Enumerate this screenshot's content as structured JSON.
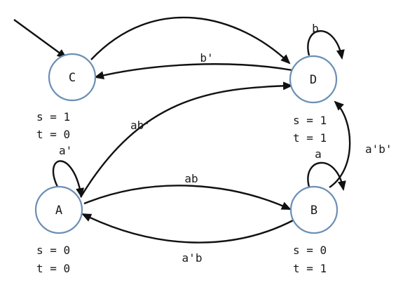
{
  "states": {
    "C": {
      "name": "C",
      "outputs": [
        "s = 1",
        "t = 0"
      ]
    },
    "D": {
      "name": "D",
      "outputs": [
        "s = 1",
        "t = 1"
      ]
    },
    "A": {
      "name": "A",
      "outputs": [
        "s = 0",
        "t = 0"
      ]
    },
    "B": {
      "name": "B",
      "outputs": [
        "s = 0",
        "t = 1"
      ]
    }
  },
  "transitions": {
    "C_to_D": "",
    "D_to_C": "b'",
    "D_self": "b",
    "A_to_D": "ab'",
    "A_self": "a'",
    "A_to_B": "ab",
    "B_to_A": "a'b",
    "B_self": "a",
    "B_to_D": "a'b'"
  },
  "colors": {
    "state_stroke": "#6b8fb5",
    "edge": "#111111"
  }
}
